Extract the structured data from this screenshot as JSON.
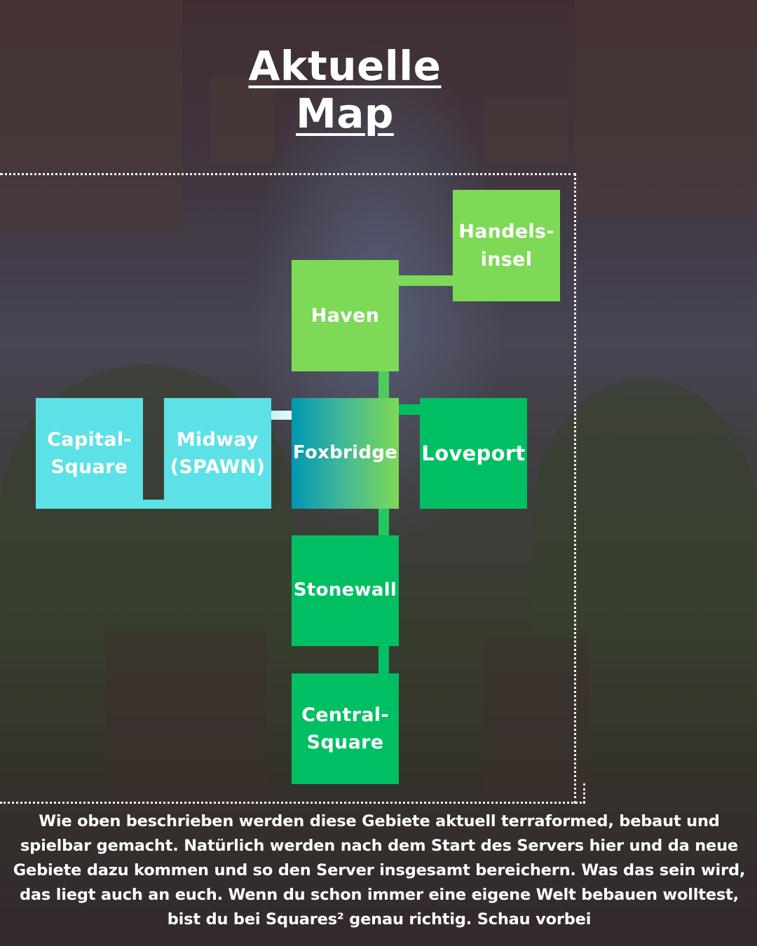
{
  "title": "Aktuelle Map",
  "nodes": {
    "handelsinsel": [
      "Handels-",
      "insel"
    ],
    "haven": [
      "Haven"
    ],
    "capital_square": [
      "Capital-",
      "Square"
    ],
    "midway": [
      "Midway",
      "(SPAWN)"
    ],
    "foxbridge": [
      "Foxbridge"
    ],
    "loveport": [
      "Loveport"
    ],
    "stonewall": [
      "Stonewall"
    ],
    "central_square": [
      "Central-",
      "Square"
    ]
  },
  "description": "Wie oben beschrieben werden diese Gebiete aktuell terraformed, bebaut und spielbar gemacht. Natürlich werden nach dem Start des Servers hier und da neue Gebiete dazu kommen und so den Server insgesamt bereichern. Was das sein wird, das liegt auch an euch. Wenn du schon immer eine eigene Welt bebauen wolltest, bist du bei Squares² genau richtig. Schau vorbei",
  "colors": {
    "light_green": "#7ed957",
    "green": "#00bf63",
    "cyan": "#5ce1e6",
    "teal": "#0097b2"
  }
}
